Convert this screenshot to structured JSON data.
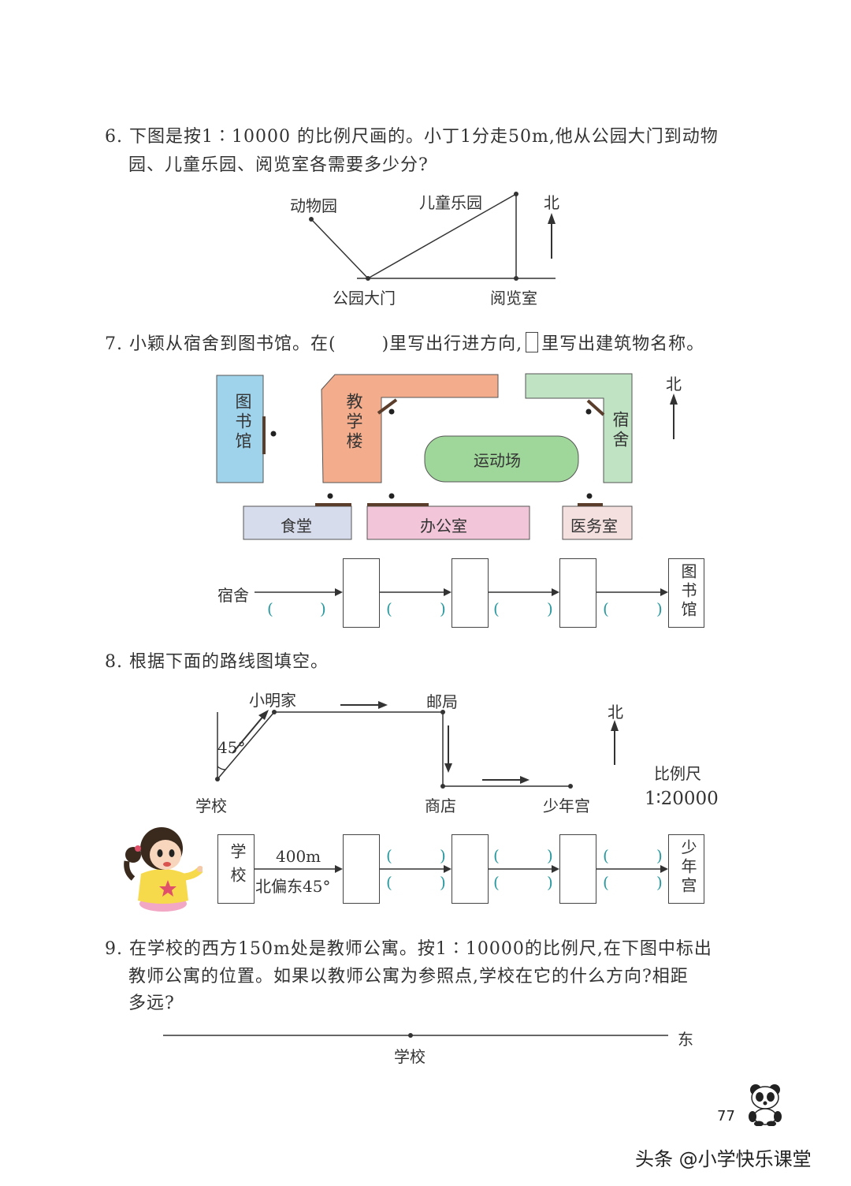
{
  "q6": {
    "line1": "6. 下图是按1∶10000 的比例尺画的。小丁1分走50m,他从公园大门到动物",
    "line2": "园、儿童乐园、阅览室各需要多少分?",
    "labels": {
      "zoo": "动物园",
      "playground": "儿童乐园",
      "north": "北",
      "gate": "公园大门",
      "reading": "阅览室"
    }
  },
  "q7": {
    "line1_a": "7. 小颖从宿舍到图书馆。在(",
    "line1_b": ")里写出行进方向,",
    "line1_c": "里写出建筑物名称。",
    "buildings": {
      "library": "图书馆",
      "teaching": "教学楼",
      "dorm": "宿舍",
      "field": "运动场",
      "canteen": "食堂",
      "office": "办公室",
      "clinic": "医务室",
      "north": "北"
    },
    "route": {
      "start": "宿舍",
      "end": "图书馆",
      "paren_open": "(",
      "paren_close": ")"
    }
  },
  "q8": {
    "title": "8. 根据下面的路线图填空。",
    "labels": {
      "home": "小明家",
      "post": "邮局",
      "angle": "45°",
      "school": "学校",
      "shop": "商店",
      "palace": "少年宫",
      "north": "北",
      "scale_title": "比例尺",
      "scale": "1∶20000"
    },
    "route": {
      "start": "学校",
      "end": "少年宫",
      "dist": "400m",
      "dir": "北偏东45°",
      "paren_open": "(",
      "paren_close": ")"
    }
  },
  "q9": {
    "line1": "9. 在学校的西方150m处是教师公寓。按1∶10000的比例尺,在下图中标出",
    "line2": "教师公寓的位置。如果以教师公寓为参照点,学校在它的什么方向?相距",
    "line3": "多远?",
    "school": "学校",
    "east": "东"
  },
  "page_number": "77",
  "watermark": "头条 @小学快乐课堂",
  "colors": {
    "library": "#9fd3ec",
    "teaching": "#f3ad8c",
    "dorm": "#bfe3c3",
    "field": "#9fd79a",
    "canteen": "#d7dced",
    "office": "#f2c6d8",
    "clinic": "#f5e0e0",
    "paren": "#2a9aa0"
  }
}
